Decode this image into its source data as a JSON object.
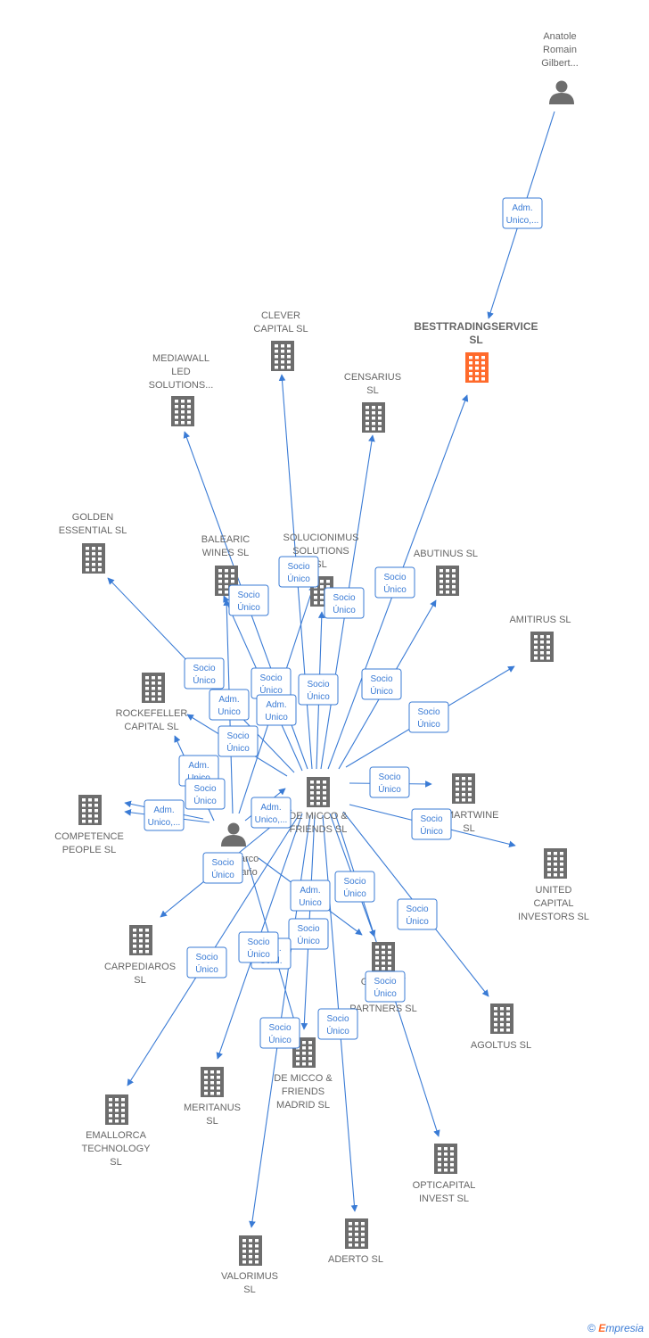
{
  "nodes": [
    {
      "id": "center",
      "type": "company",
      "label": [
        "DE MICCO &",
        "FRIENDS  SL"
      ]
    },
    {
      "id": "anatole",
      "type": "person",
      "label": [
        "Anatole",
        "Romain",
        "Gilbert..."
      ]
    },
    {
      "id": "marco",
      "type": "person",
      "label": [
        "Marco",
        "Mario"
      ]
    },
    {
      "id": "besttrading",
      "type": "company",
      "highlight": true,
      "label": [
        "BESTTRADINGSERVICE",
        "SL"
      ]
    },
    {
      "id": "clever",
      "type": "company",
      "label": [
        "CLEVER",
        "CAPITAL  SL"
      ]
    },
    {
      "id": "mediawall",
      "type": "company",
      "label": [
        "MEDIAWALL",
        "LED",
        "SOLUTIONS..."
      ]
    },
    {
      "id": "censarius",
      "type": "company",
      "label": [
        "CENSARIUS",
        "SL"
      ]
    },
    {
      "id": "golden",
      "type": "company",
      "label": [
        "GOLDEN",
        "ESSENTIAL  SL"
      ]
    },
    {
      "id": "balearic",
      "type": "company",
      "label": [
        "BALEARIC",
        "WINES  SL"
      ]
    },
    {
      "id": "solucionimus",
      "type": "company",
      "label": [
        "SOLUCIONIMUS",
        "SOLUTIONS",
        "SL"
      ]
    },
    {
      "id": "abutinus",
      "type": "company",
      "label": [
        "ABUTINUS  SL"
      ]
    },
    {
      "id": "amitirus",
      "type": "company",
      "label": [
        "AMITIRUS  SL"
      ]
    },
    {
      "id": "rockefeller",
      "type": "company",
      "label": [
        "ROCKEFELLER",
        "CAPITAL  SL"
      ]
    },
    {
      "id": "smartwine",
      "type": "company",
      "label": [
        "SMARTWINE",
        "SL"
      ]
    },
    {
      "id": "competence",
      "type": "company",
      "label": [
        "COMPETENCE",
        "PEOPLE  SL"
      ]
    },
    {
      "id": "united",
      "type": "company",
      "label": [
        "UNITED",
        "CAPITAL",
        "INVESTORS  SL"
      ]
    },
    {
      "id": "carpediaros",
      "type": "company",
      "label": [
        "CARPEDIAROS",
        "SL"
      ]
    },
    {
      "id": "alpartners",
      "type": "company",
      "label": [
        "GALLERY",
        "ALPHA",
        "PARTNERS  SL"
      ]
    },
    {
      "id": "agoltus",
      "type": "company",
      "label": [
        "AGOLTUS  SL"
      ]
    },
    {
      "id": "madrid",
      "type": "company",
      "label": [
        "DE MICCO &",
        "FRIENDS",
        "MADRID  SL"
      ]
    },
    {
      "id": "meritanus",
      "type": "company",
      "label": [
        "MERITANUS",
        "SL"
      ]
    },
    {
      "id": "emallorca",
      "type": "company",
      "label": [
        "EMALLORCA",
        "TECHNOLOGY",
        "SL"
      ]
    },
    {
      "id": "opticapital",
      "type": "company",
      "label": [
        "OPTICAPITAL",
        "INVEST  SL"
      ]
    },
    {
      "id": "aderto",
      "type": "company",
      "label": [
        "ADERTO  SL"
      ]
    },
    {
      "id": "valorimus",
      "type": "company",
      "label": [
        "VALORIMUS",
        "SL"
      ]
    }
  ],
  "roles": [
    {
      "id": "r_anatole",
      "lines": [
        "Adm.",
        "Unico,..."
      ]
    },
    {
      "id": "r_solu",
      "lines": [
        "Socio",
        "Único"
      ]
    },
    {
      "id": "r_bal",
      "lines": [
        "Socio",
        "Único"
      ]
    },
    {
      "id": "r_cens",
      "lines": [
        "Socio",
        "Único"
      ]
    },
    {
      "id": "r_best",
      "lines": [
        "Socio",
        "Único"
      ]
    },
    {
      "id": "r_gold",
      "lines": [
        "Socio",
        "Único"
      ]
    },
    {
      "id": "r_adm1",
      "lines": [
        "Adm.",
        "Unico"
      ]
    },
    {
      "id": "r_med",
      "lines": [
        "Socio",
        "Único"
      ]
    },
    {
      "id": "r_adm2",
      "lines": [
        "Adm.",
        "Unico"
      ]
    },
    {
      "id": "r_clev",
      "lines": [
        "Socio",
        "Único"
      ]
    },
    {
      "id": "r_abut",
      "lines": [
        "Socio",
        "Único"
      ]
    },
    {
      "id": "r_amit",
      "lines": [
        "Socio",
        "Único"
      ]
    },
    {
      "id": "r_rock",
      "lines": [
        "Socio",
        "Único"
      ]
    },
    {
      "id": "r_adm3",
      "lines": [
        "Adm.",
        "Unico"
      ]
    },
    {
      "id": "r_comp",
      "lines": [
        "Socio",
        "Único"
      ]
    },
    {
      "id": "r_adm4",
      "lines": [
        "Adm.",
        "Unico,..."
      ]
    },
    {
      "id": "r_adm5",
      "lines": [
        "Adm.",
        "Unico,..."
      ]
    },
    {
      "id": "r_smart",
      "lines": [
        "Socio",
        "Único"
      ]
    },
    {
      "id": "r_unit",
      "lines": [
        "Socio",
        "Único"
      ]
    },
    {
      "id": "r_carp",
      "lines": [
        "Socio",
        "Único"
      ]
    },
    {
      "id": "r_adm6",
      "lines": [
        "Adm.",
        "Unico"
      ]
    },
    {
      "id": "r_alp",
      "lines": [
        "Socio",
        "Único"
      ]
    },
    {
      "id": "r_agol",
      "lines": [
        "Socio",
        "Único"
      ]
    },
    {
      "id": "r_mad1",
      "lines": [
        "Socio",
        "Único"
      ]
    },
    {
      "id": "r_solid",
      "lines": [
        "Adm.",
        "Solid."
      ]
    },
    {
      "id": "r_sb",
      "lines": [
        "Socio",
        "Único"
      ]
    },
    {
      "id": "r_emal",
      "lines": [
        "Socio",
        "Único"
      ]
    },
    {
      "id": "r_alp2",
      "lines": [
        "Socio",
        "Único"
      ]
    },
    {
      "id": "r_val",
      "lines": [
        "Socio",
        "Único"
      ]
    },
    {
      "id": "r_ader",
      "lines": [
        "Socio",
        "Único"
      ]
    }
  ],
  "footer": {
    "copyright": "©",
    "brand_e": "E",
    "brand_rest": "mpresia"
  },
  "colors": {
    "edge": "#3a7bd5",
    "node": "#6d6d6d",
    "highlight": "#ff6a2b",
    "label": "#666666"
  }
}
